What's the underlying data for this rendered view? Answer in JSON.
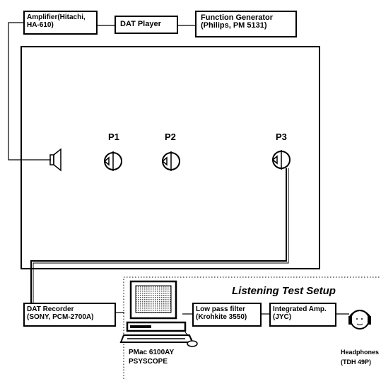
{
  "boxes": {
    "amplifier": {
      "line1": "Amplifier(Hitachi,",
      "line2": "HA-610)"
    },
    "dat_player": {
      "line1": "DAT Player"
    },
    "function_generator": {
      "line1": "Function Generator",
      "line2": "(Philips, PM 5131)"
    },
    "dat_recorder": {
      "line1": "DAT Recorder",
      "line2": "(SONY, PCM-2700A)"
    },
    "lowpass_filter": {
      "line1": "Low pass filter",
      "line2": "(Krohkite 3550)"
    },
    "integrated_amp": {
      "line1": "Integrated Amp.",
      "line2": "(JYC)"
    }
  },
  "points": [
    "P1",
    "P2",
    "P3"
  ],
  "listening_title": "Listening Test Setup",
  "computer_label": {
    "line1": "PMac 6100AY",
    "line2": "PSYSCOPE"
  },
  "headphones_label": {
    "line1": "Headphones",
    "line2": "(TDH 49P)"
  }
}
